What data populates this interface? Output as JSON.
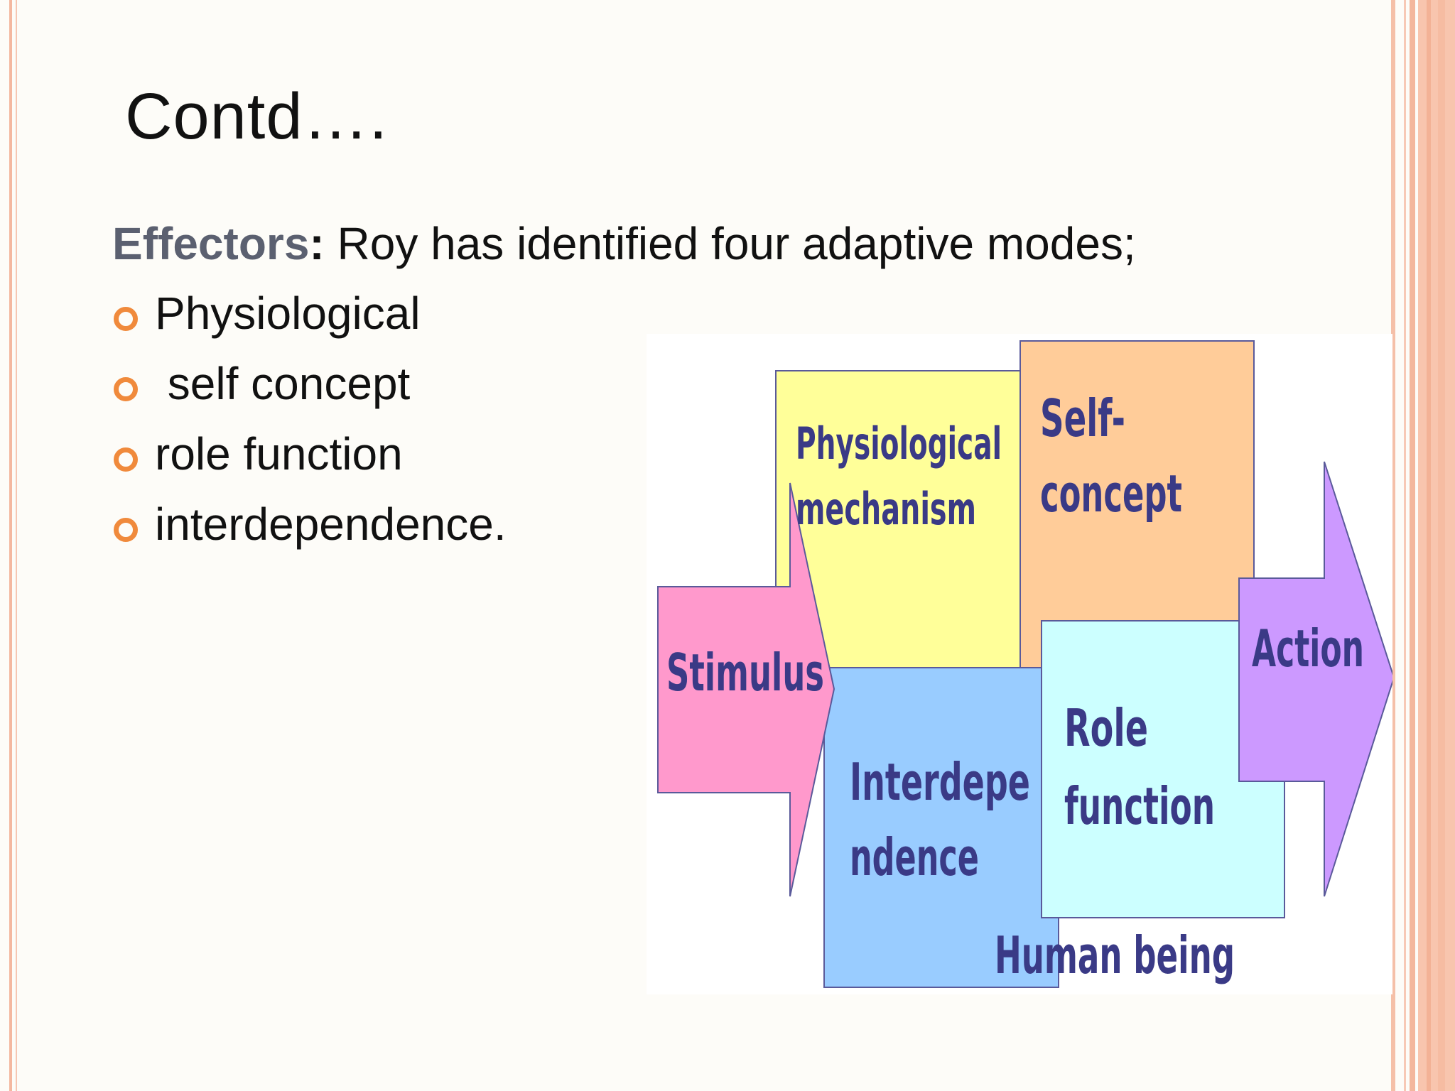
{
  "slide": {
    "title": "Contd….",
    "intro": {
      "term": "Effectors",
      "colon": ":",
      "text": " Roy has identified four adaptive modes;"
    },
    "bullets": [
      "Physiological",
      " self concept",
      "role function",
      "interdependence."
    ]
  },
  "diagram": {
    "stimulus": "Stimulus",
    "physiological_line1": "Physiological",
    "physiological_line2": "mechanism",
    "self_line1": "Self-",
    "self_line2": "concept",
    "action": "Action",
    "interdep_line1": "Interdepe",
    "interdep_line2": "ndence",
    "role_line1": "Role",
    "role_line2": "function",
    "human": "Human being"
  },
  "colors": {
    "label": "#3a3a86",
    "stimulus_fill": "#ff99cc",
    "physiological_fill": "#ffff99",
    "self_fill": "#ffcc99",
    "interdep_fill": "#99ccff",
    "role_fill": "#ccffff",
    "action_fill": "#cc99ff",
    "bullet": "#f08a3c"
  }
}
